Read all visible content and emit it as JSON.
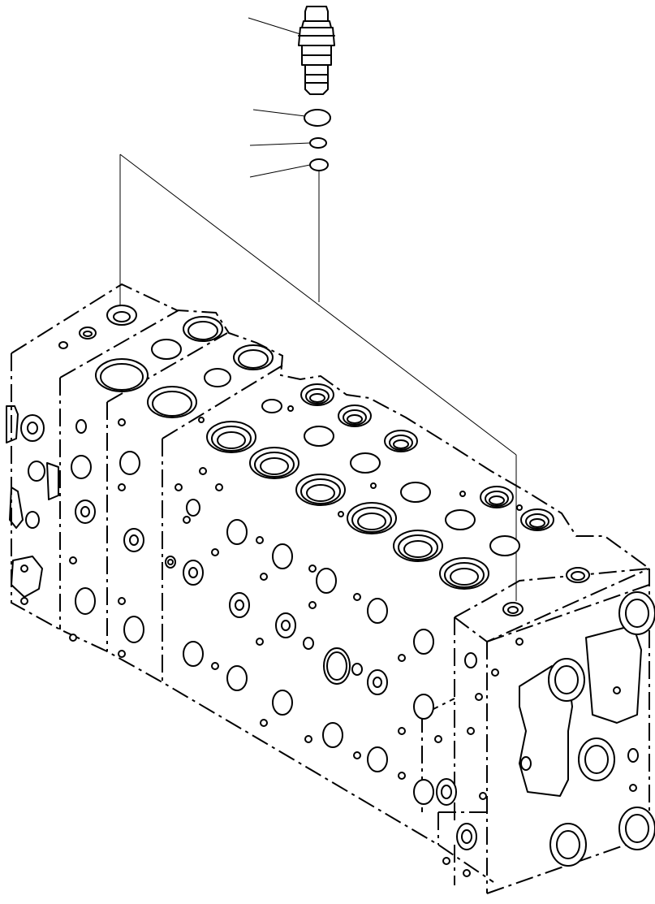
{
  "diagram": {
    "type": "exploded-parts-drawing",
    "subject": "control-valve-block",
    "parts": [
      {
        "id": "relief-valve",
        "leader": true
      },
      {
        "id": "o-ring-large",
        "leader": true
      },
      {
        "id": "o-ring-small",
        "leader": true
      },
      {
        "id": "backup-ring",
        "leader": true
      }
    ],
    "callout_labels": []
  }
}
